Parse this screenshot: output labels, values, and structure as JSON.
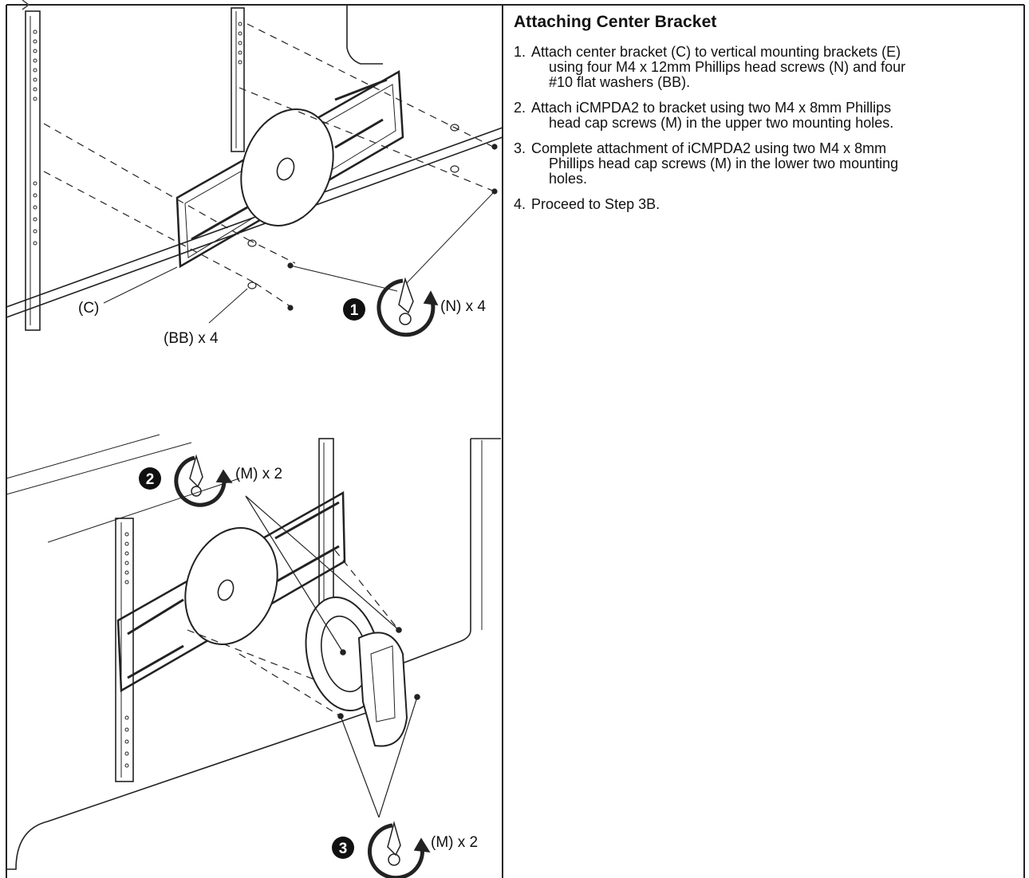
{
  "heading": "Attaching Center Bracket",
  "steps": [
    {
      "num": "1.",
      "line1": "Attach center bracket (C) to vertical mounting brackets (E)",
      "rest": [
        "using four M4 x 12mm Phillips head screws (N) and four",
        "#10 flat washers (BB)."
      ]
    },
    {
      "num": "2.",
      "line1": "Attach iCMPDA2 to bracket using two M4 x 8mm Phillips",
      "rest": [
        "head cap screws (M) in the upper two mounting holes."
      ]
    },
    {
      "num": "3.",
      "line1": "Complete attachment of iCMPDA2 using two M4 x 8mm",
      "rest": [
        "Phillips head cap screws (M) in the lower two mounting",
        "holes."
      ]
    },
    {
      "num": "4.",
      "line1": "Proceed to Step 3B.",
      "rest": []
    }
  ],
  "figure_top": {
    "callouts": {
      "c": "(C)",
      "bb": "(BB) x 4",
      "n": "(N) x 4"
    },
    "badge": "1"
  },
  "figure_bottom": {
    "callouts": {
      "m_upper": "(M) x 2",
      "m_lower": "(M) x 2"
    },
    "badge_upper": "2",
    "badge_lower": "3"
  }
}
